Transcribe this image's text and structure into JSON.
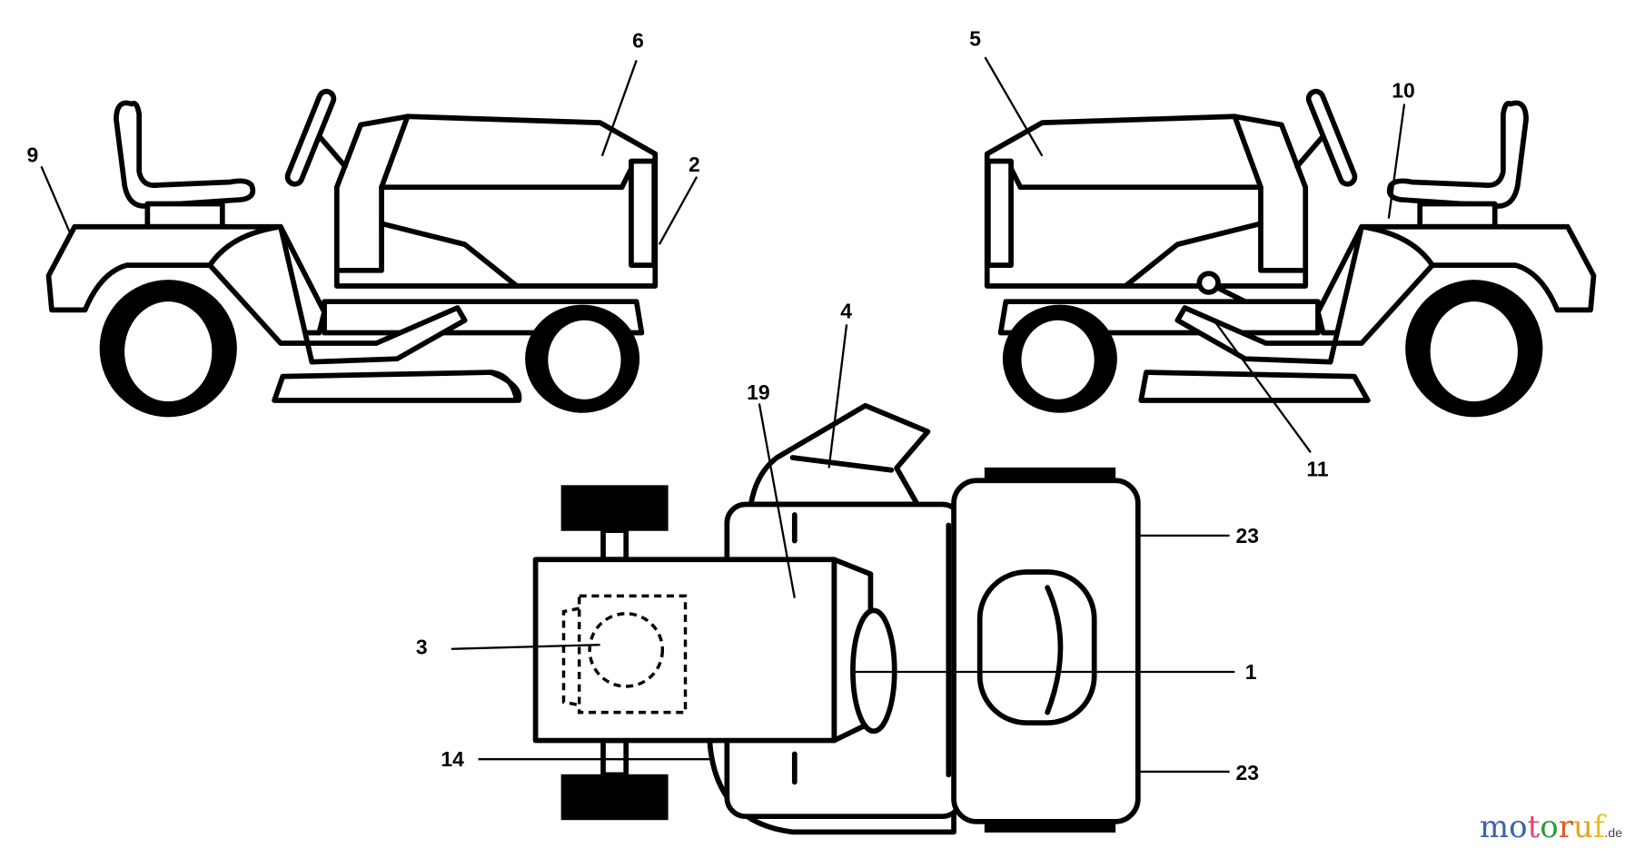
{
  "diagram": {
    "callouts": {
      "c6": "6",
      "c2": "2",
      "c9": "9",
      "c5": "5",
      "c10": "10",
      "c11": "11",
      "c4": "4",
      "c19": "19",
      "c23a": "23",
      "c23b": "23",
      "c3": "3",
      "c1": "1",
      "c14": "14"
    }
  },
  "watermark": {
    "letters": [
      "m",
      "o",
      "t",
      "o",
      "r",
      "u",
      "f"
    ],
    "colors": [
      "#3a62b0",
      "#3a62b0",
      "#e0457a",
      "#2e9a3e",
      "#e05a28",
      "#e8a020",
      "#e8c020"
    ],
    "suffix": ".de"
  }
}
